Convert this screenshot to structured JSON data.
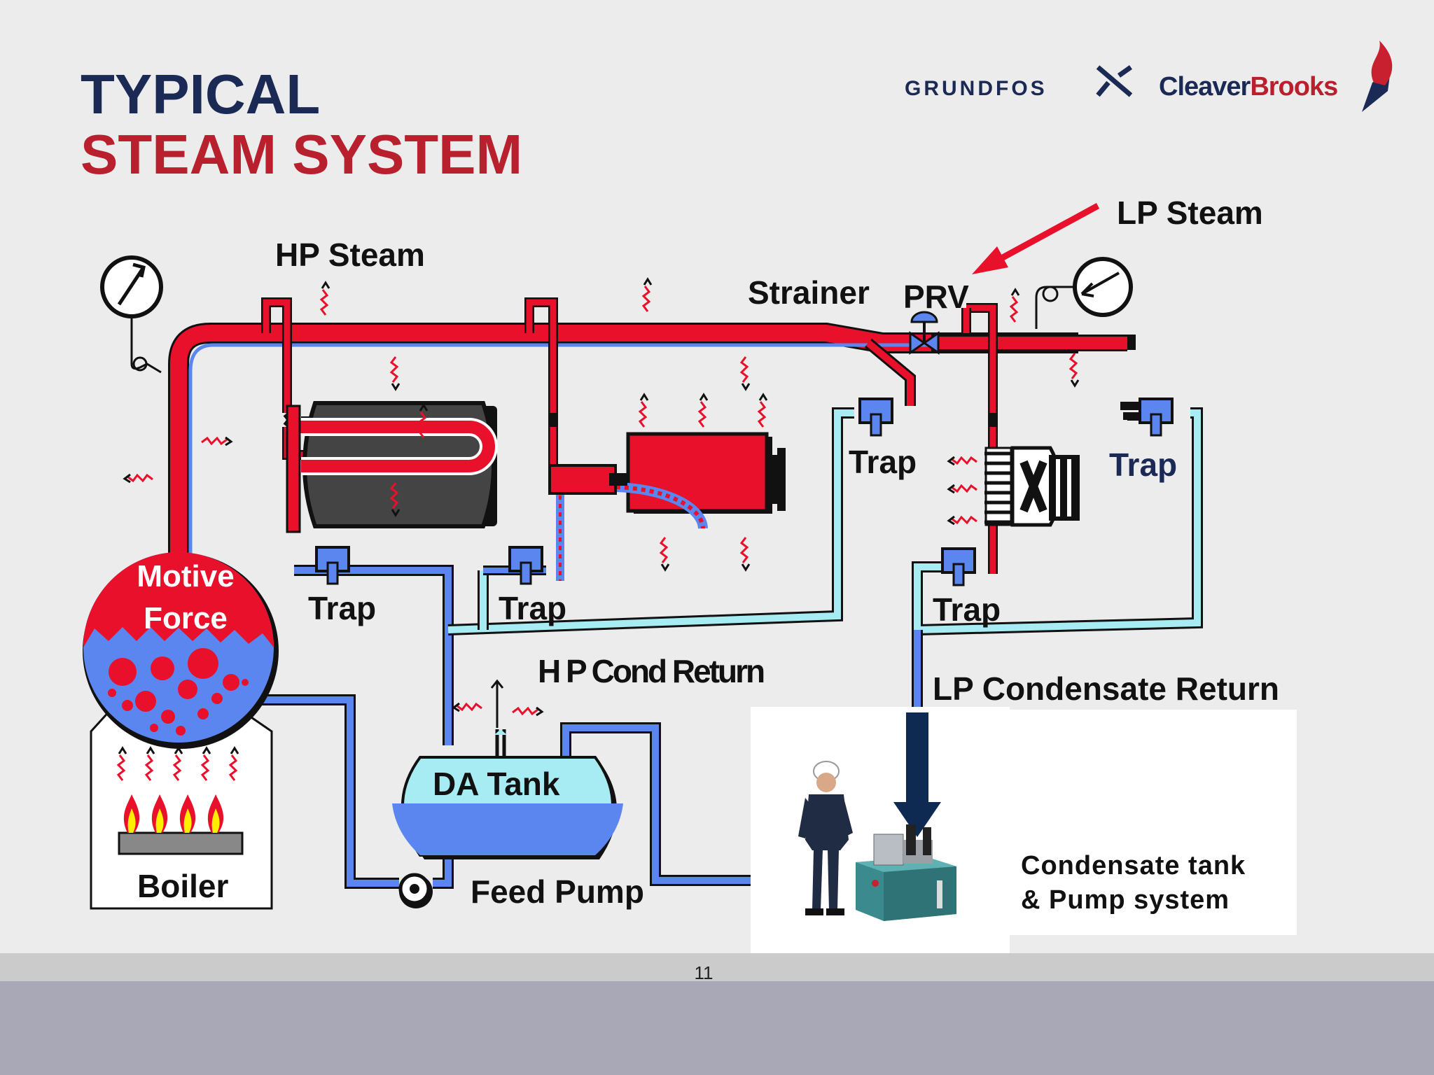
{
  "slide": {
    "title_line1": "TYPICAL",
    "title_line2": "STEAM SYSTEM",
    "page_number": "11"
  },
  "logos": {
    "grundfos": "GRUNDFOS",
    "cleaver": "Cleaver",
    "brooks": "Brooks"
  },
  "labels": {
    "hp_steam": "HP Steam",
    "lp_steam": "LP Steam",
    "strainer": "Strainer",
    "prv": "PRV",
    "trap": "Trap",
    "hp_cond_return": "H P Cond Return",
    "lp_condensate_return": "LP Condensate Return",
    "motive_line1": "Motive",
    "motive_line2": "Force",
    "boiler": "Boiler",
    "da_tank": "DA Tank",
    "feed_pump": "Feed Pump",
    "condensate_line1": "Condensate tank",
    "condensate_line2": "& Pump system"
  },
  "colors": {
    "title_navy": "#1b2a55",
    "title_red": "#b8202e",
    "steam_red": "#e8102a",
    "condensate_blue": "#5b86f0",
    "condensate_cyan": "#a6ecf2",
    "arrow_navy": "#0e2a52",
    "footer_gray": "#a8a8b6"
  }
}
